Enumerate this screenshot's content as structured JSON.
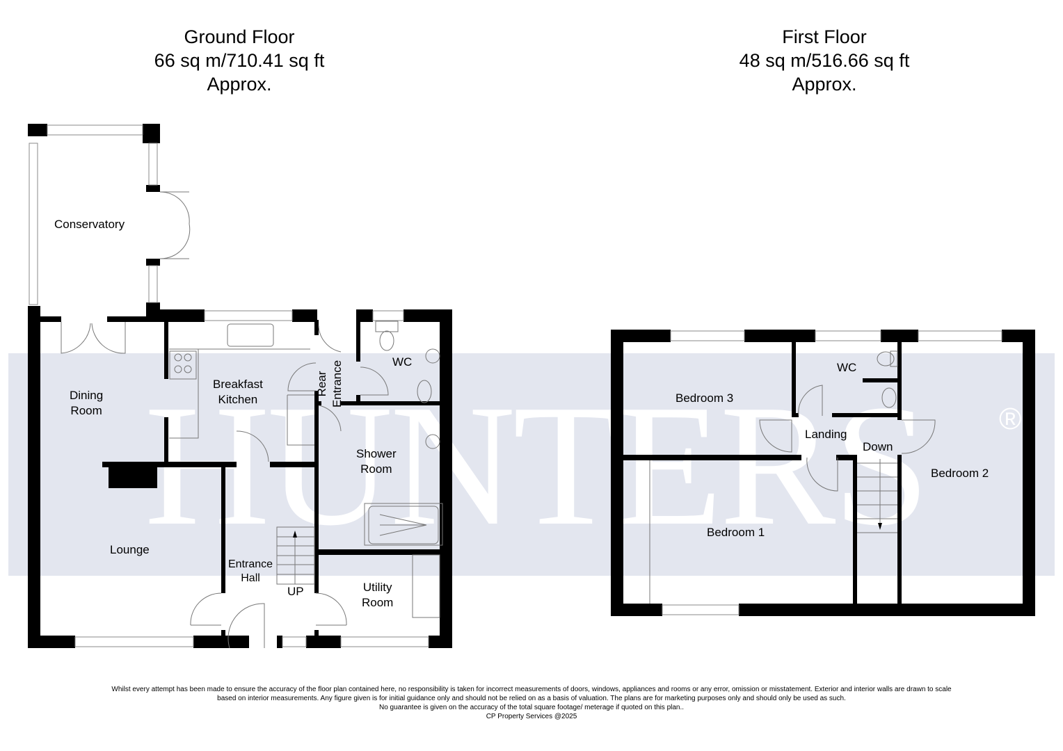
{
  "watermark": {
    "text": "HUNTERS",
    "registered": "®",
    "band_color": "#e3e6ef"
  },
  "ground_floor": {
    "title": "Ground Floor",
    "area": "66 sq m/710.41 sq ft",
    "approx": "Approx.",
    "rooms": {
      "conservatory": "Conservatory",
      "dining_room": [
        "Dining",
        "Room"
      ],
      "breakfast_kitchen": [
        "Breakfast",
        "Kitchen"
      ],
      "rear_entrance": [
        "Rear",
        "Entrance"
      ],
      "wc": "WC",
      "shower_room": [
        "Shower",
        "Room"
      ],
      "lounge": "Lounge",
      "entrance_hall": [
        "Entrance",
        "Hall"
      ],
      "utility_room": [
        "Utility",
        "Room"
      ]
    },
    "stairs_label": "UP"
  },
  "first_floor": {
    "title": "First Floor",
    "area": "48 sq m/516.66 sq ft",
    "approx": "Approx.",
    "rooms": {
      "bedroom_3": "Bedroom 3",
      "wc": "WC",
      "landing": "Landing",
      "bedroom_1": "Bedroom 1",
      "bedroom_2": "Bedroom 2"
    },
    "stairs_label": "Down"
  },
  "disclaimer": {
    "line1": "Whilst every attempt has been made to ensure the accuracy of the floor plan contained here, no responsibility is taken for incorrect measurements of doors, windows, appliances and rooms or any error, omission or misstatement. Exterior and interior walls are drawn to scale",
    "line2": "based on interior measurements. Any figure given is for initial guidance only and should not be relied on as a basis of valuation. The plans are for marketing purposes only and should only be used as such.",
    "line3": "No guarantee is given on the accuracy of the total square footage/ meterage if quoted on this plan..",
    "credit": "CP Property Services @2025"
  }
}
